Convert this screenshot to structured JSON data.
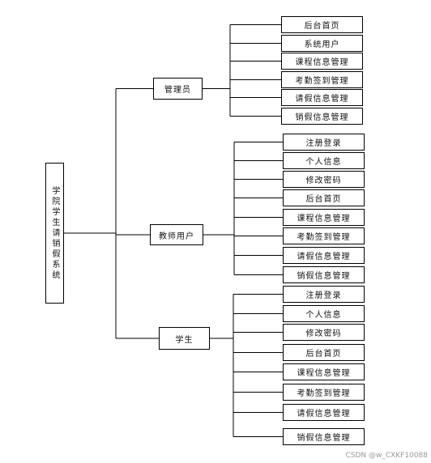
{
  "root": {
    "label": "学院学生请销假系统"
  },
  "groups": [
    {
      "label": "管理员",
      "children": [
        "后台首页",
        "系统用户",
        "课程信息管理",
        "考勤签到管理",
        "请假信息管理",
        "销假信息管理"
      ]
    },
    {
      "label": "教师用户",
      "children": [
        "注册登录",
        "个人信息",
        "修改密码",
        "后台首页",
        "课程信息管理",
        "考勤签到管理",
        "请假信息管理",
        "销假信息管理"
      ]
    },
    {
      "label": "学生",
      "children": [
        "注册登录",
        "个人信息",
        "修改密码",
        "后台首页",
        "课程信息管理",
        "考勤签到管理",
        "请假信息管理",
        "销假信息管理"
      ]
    }
  ],
  "watermark": "CSDN @w_CXKF10088"
}
